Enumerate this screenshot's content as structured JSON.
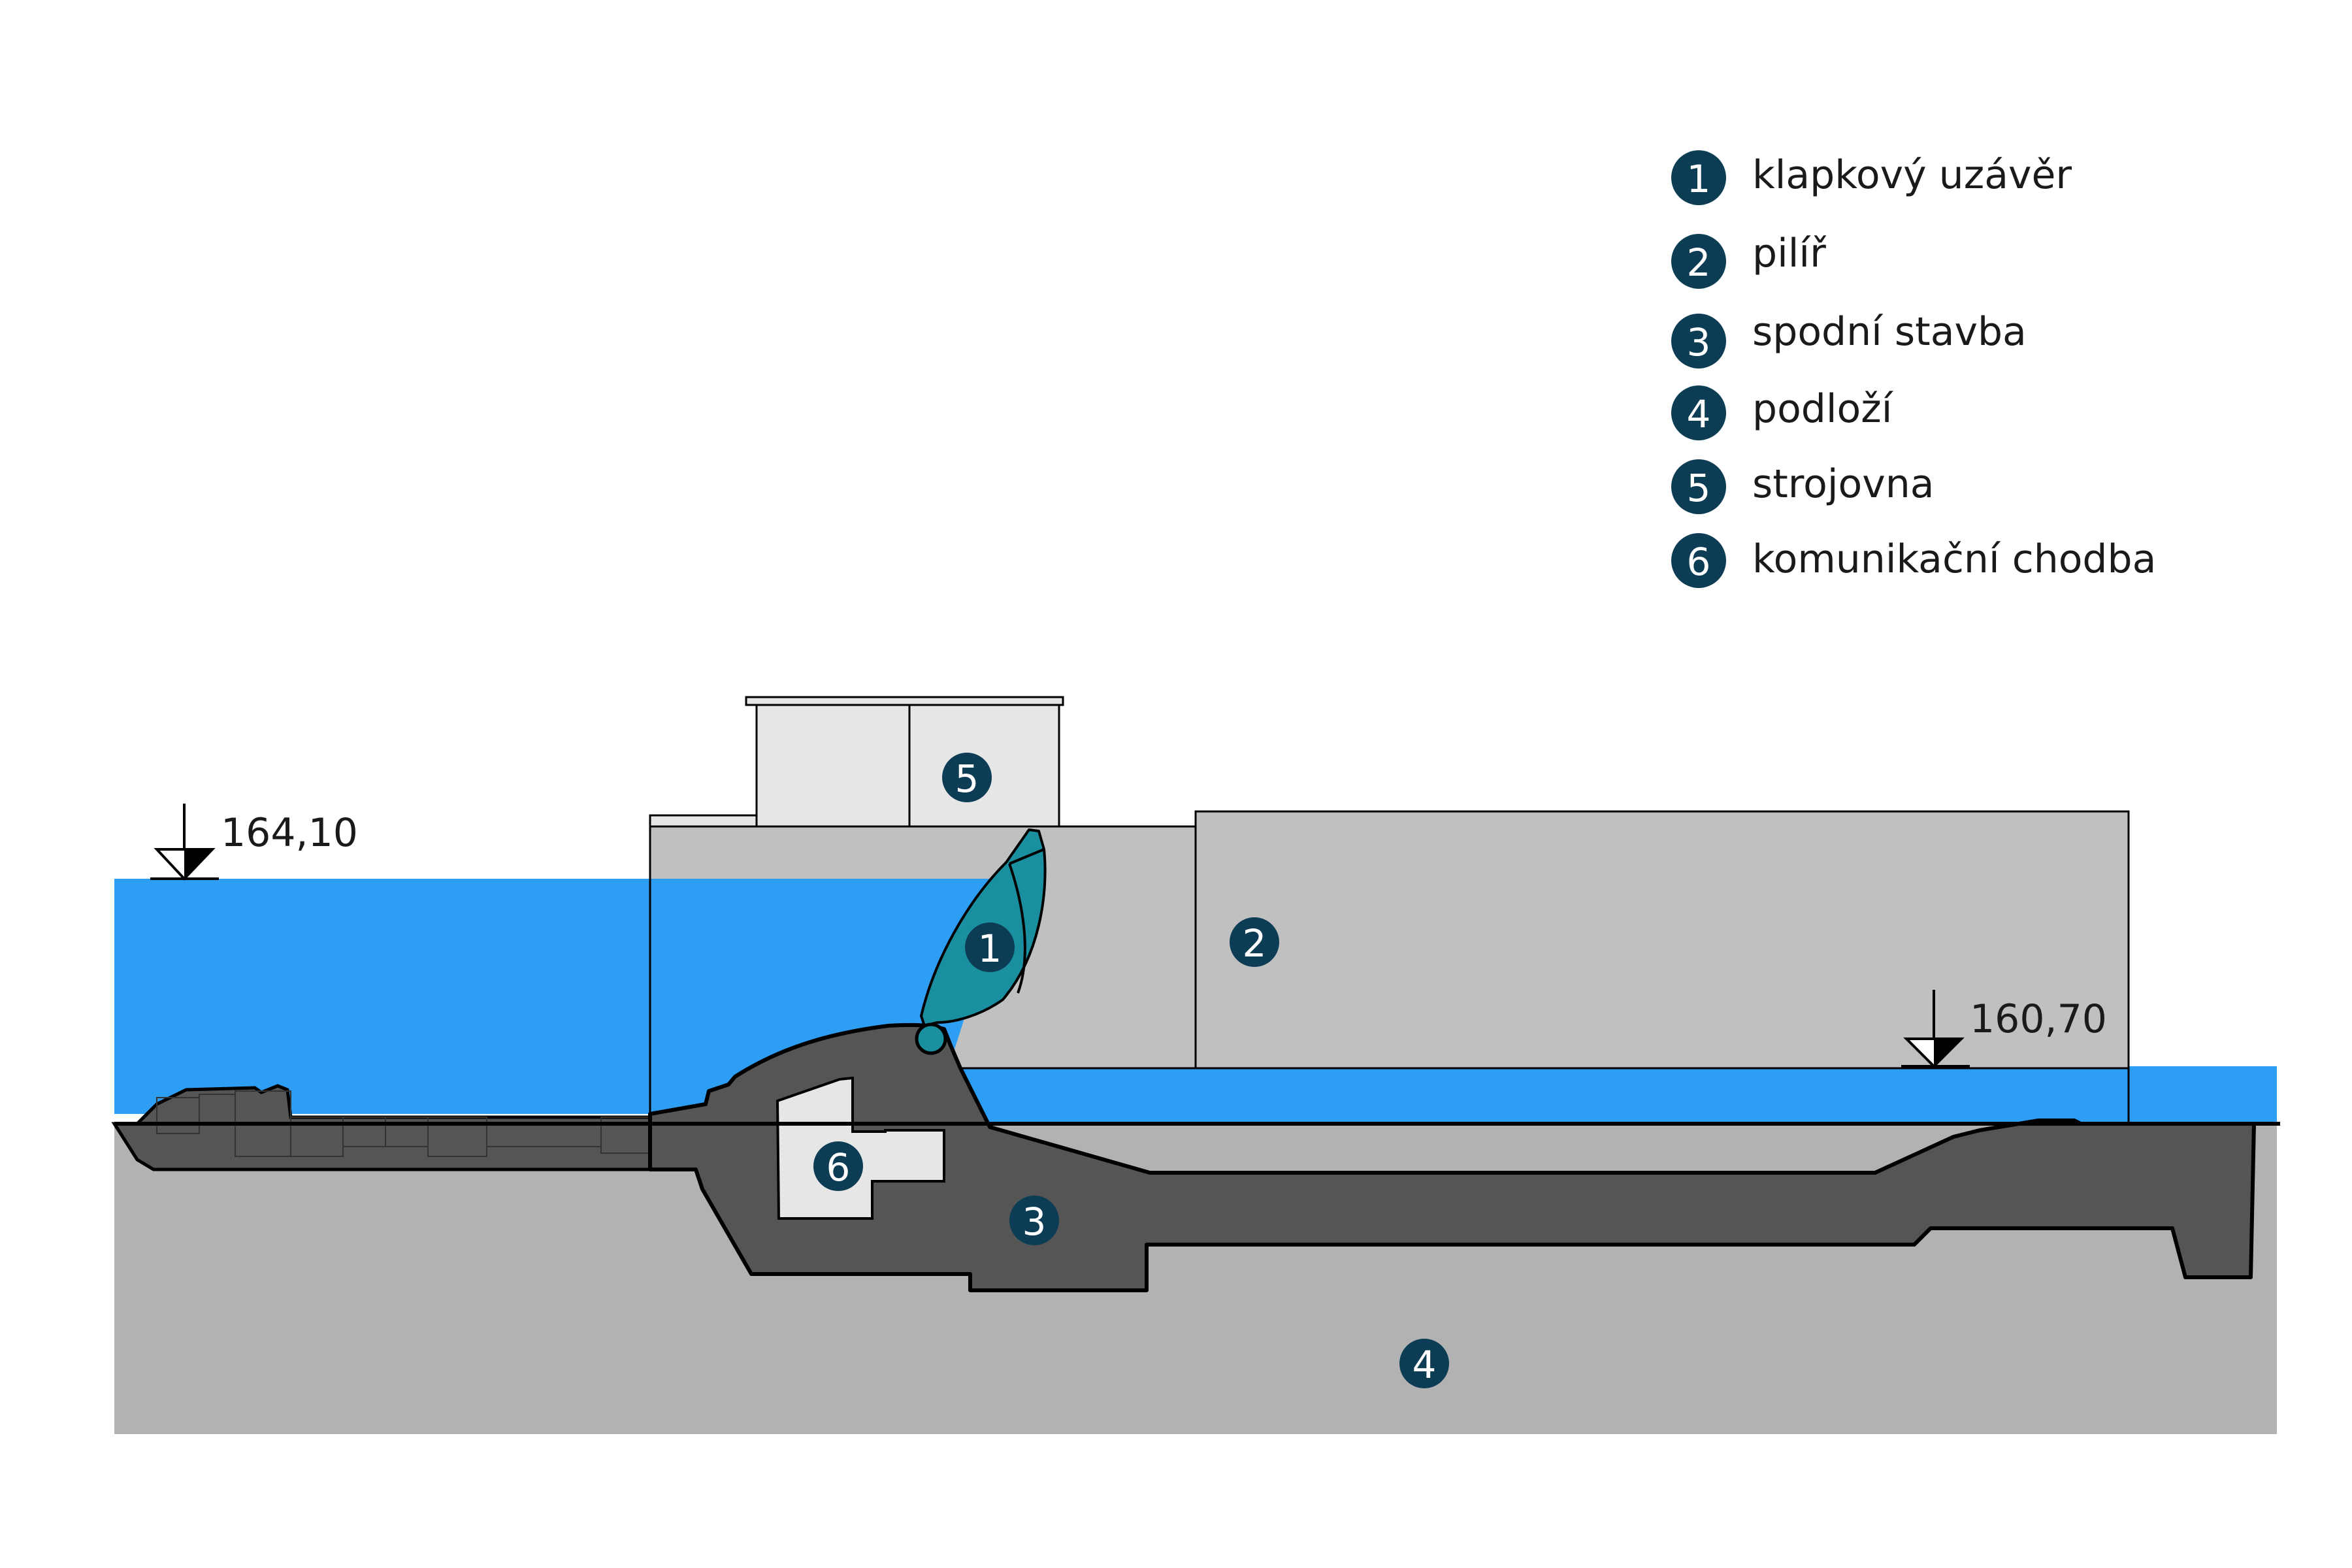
{
  "legend": {
    "items": [
      {
        "number": "1",
        "label": "klapkový uzávěr"
      },
      {
        "number": "2",
        "label": "pilíř"
      },
      {
        "number": "3",
        "label": "spodní stavba"
      },
      {
        "number": "4",
        "label": "podloží"
      },
      {
        "number": "5",
        "label": "strojovna"
      },
      {
        "number": "6",
        "label": "komunikační chodba"
      }
    ]
  },
  "water_levels": {
    "upstream": "164,10",
    "downstream": "160,70"
  },
  "markers": {
    "gate": "1",
    "pier": "2",
    "substructure": "3",
    "subsoil": "4",
    "machine_room": "5",
    "corridor": "6"
  },
  "colors": {
    "water": "#2e9ef5",
    "subsoil": "#b2b2b2",
    "pier": "#c0c0c0",
    "substructure": "#555555",
    "machine_room": "#e6e6e6",
    "gate": "#1a8fa0",
    "badge": "#0d3c55",
    "outline": "#000000"
  }
}
